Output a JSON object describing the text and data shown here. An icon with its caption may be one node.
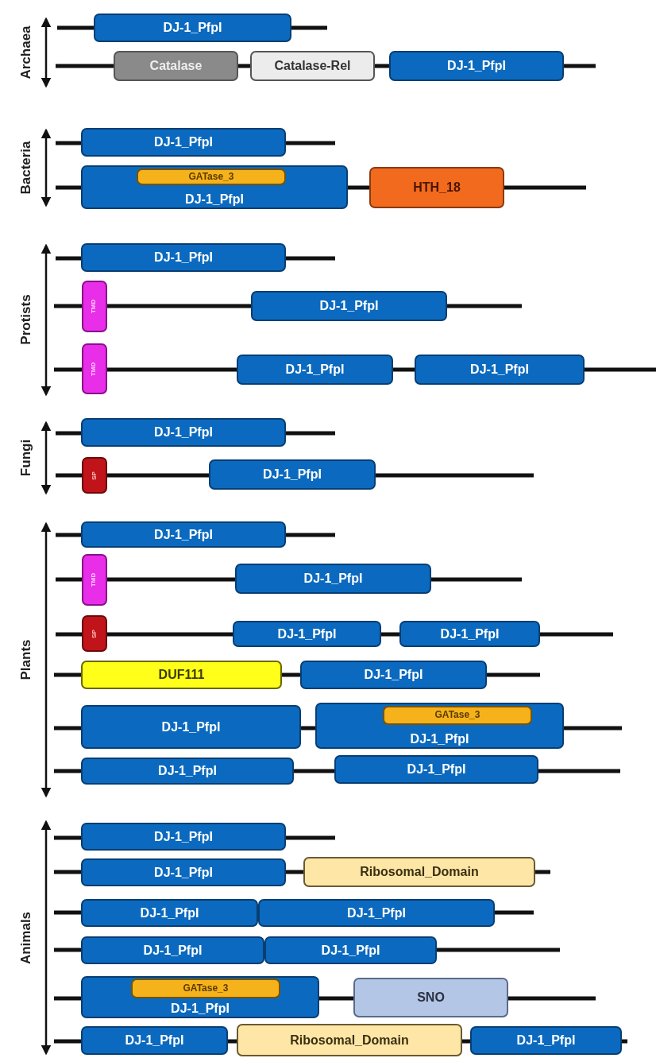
{
  "diagram": {
    "nodes": [
      {
        "text": [
          "DJ-1_PfpI"
        ]
      },
      {
        "text": [
          "Catalase"
        ]
      },
      {
        "text": [
          "Catalase-Rel"
        ]
      },
      {
        "text": [
          "DJ-1_PfpI"
        ]
      },
      {
        "text": [
          "DJ-1_PfpI"
        ]
      },
      {
        "text": [
          "DJ-1_PfpI"
        ]
      },
      {
        "text": [
          "GATase_3"
        ],
        "in": 5
      },
      {
        "text": [
          "HTH_18"
        ]
      },
      {
        "text": [
          "DJ-1_PfpI"
        ]
      },
      {
        "text": [
          "TMD"
        ]
      },
      {
        "text": [
          "DJ-1_PfpI"
        ]
      },
      {
        "text": [
          "TMD"
        ]
      },
      {
        "text": [
          "DJ-1_PfpI"
        ]
      },
      {
        "text": [
          "DJ-1_PfpI"
        ]
      },
      {
        "text": [
          "DJ-1_PfpI"
        ]
      },
      {
        "text": [
          "SP"
        ]
      },
      {
        "text": [
          "DJ-1_PfpI"
        ]
      },
      {
        "text": [
          "DJ-1_PfpI"
        ]
      },
      {
        "text": [
          "TMD"
        ]
      },
      {
        "text": [
          "DJ-1_PfpI"
        ]
      },
      {
        "text": [
          "SP"
        ]
      },
      {
        "text": [
          "DJ-1_PfpI"
        ]
      },
      {
        "text": [
          "DJ-1_PfpI"
        ]
      },
      {
        "text": [
          "DUF111"
        ]
      },
      {
        "text": [
          "DJ-1_PfpI"
        ]
      },
      {
        "text": [
          "DJ-1_PfpI"
        ]
      },
      {
        "text": [
          "DJ-1_PfpI"
        ]
      },
      {
        "text": [
          "GATase_3"
        ],
        "in": 26
      },
      {
        "text": [
          "DJ-1_PfpI"
        ]
      },
      {
        "text": [
          "DJ-1_PfpI"
        ]
      },
      {
        "text": [
          "DJ-1_PfpI"
        ]
      },
      {
        "text": [
          "DJ-1_PfpI"
        ]
      },
      {
        "text": [
          "Ribosomal_Domain"
        ]
      },
      {
        "text": [
          "DJ-1_PfpI"
        ]
      },
      {
        "text": [
          "DJ-1_PfpI"
        ]
      },
      {
        "text": [
          "DJ-1_PfpI"
        ]
      },
      {
        "text": [
          "DJ-1_PfpI"
        ]
      },
      {
        "text": [
          "DJ-1_PfpI"
        ]
      },
      {
        "text": [
          "GATase_3"
        ],
        "in": 37
      },
      {
        "text": [
          "SNO"
        ]
      },
      {
        "text": [
          "DJ-1_PfpI"
        ]
      },
      {
        "text": [
          "Ribosomal_Domain"
        ]
      },
      {
        "text": [
          "DJ-1_PfpI"
        ]
      }
    ],
    "edges": [],
    "labels": [
      "Archaea",
      "Bacteria",
      "Protists",
      "Fungi",
      "Plants",
      "Animals"
    ]
  }
}
